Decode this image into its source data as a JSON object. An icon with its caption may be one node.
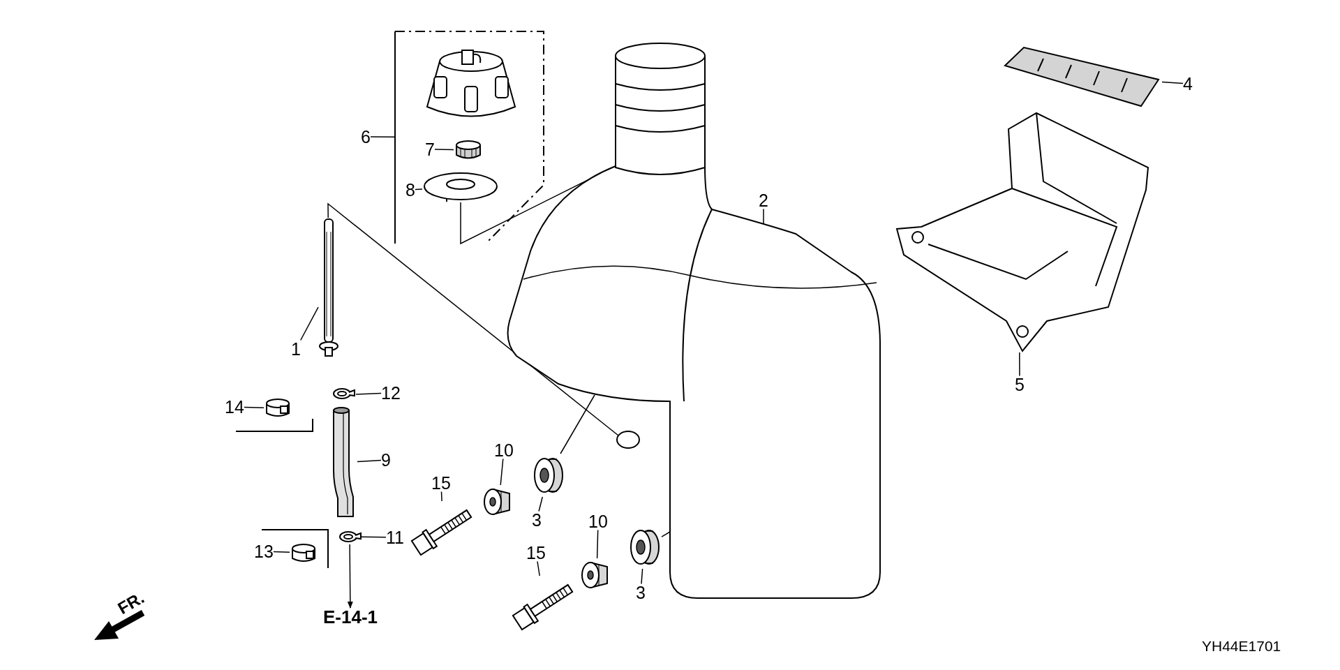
{
  "diagram": {
    "nodes": [
      {
        "text": [
          "6"
        ]
      },
      {
        "text": [],
        "shape": "box"
      },
      {
        "text": [],
        "shape": "picture",
        "in": 1
      },
      {
        "text": [
          "7"
        ],
        "in": 1
      },
      {
        "text": [],
        "shape": "picture",
        "in": 1
      },
      {
        "text": [
          "8"
        ],
        "in": 1
      },
      {
        "text": [],
        "shape": "picture",
        "in": 1
      },
      {
        "text": [
          "2"
        ]
      },
      {
        "text": [],
        "shape": "picture"
      },
      {
        "text": [
          "4"
        ]
      },
      {
        "text": [],
        "shape": "picture"
      },
      {
        "text": [
          "5"
        ]
      },
      {
        "text": [],
        "shape": "picture"
      },
      {
        "text": [
          "1"
        ]
      },
      {
        "text": [],
        "shape": "picture"
      },
      {
        "text": [
          "12"
        ]
      },
      {
        "text": [],
        "shape": "picture"
      },
      {
        "text": [
          "14"
        ]
      },
      {
        "text": [],
        "shape": "picture"
      },
      {
        "text": [
          "9"
        ]
      },
      {
        "text": [],
        "shape": "picture"
      },
      {
        "text": [
          "11"
        ]
      },
      {
        "text": [],
        "shape": "picture"
      },
      {
        "text": [
          "13"
        ]
      },
      {
        "text": [],
        "shape": "picture"
      },
      {
        "text": [
          "10"
        ]
      },
      {
        "text": [],
        "shape": "picture"
      },
      {
        "text": [
          "3"
        ]
      },
      {
        "text": [],
        "shape": "picture"
      },
      {
        "text": [
          "15"
        ]
      },
      {
        "text": [],
        "shape": "picture"
      },
      {
        "text": [
          "10"
        ]
      },
      {
        "text": [],
        "shape": "picture"
      },
      {
        "text": [
          "3"
        ]
      },
      {
        "text": [],
        "shape": "picture"
      },
      {
        "text": [
          "15"
        ]
      },
      {
        "text": [],
        "shape": "picture"
      },
      {
        "text": [
          "E-14-1"
        ]
      }
    ],
    "edges": [
      {
        "from": 0,
        "to": 1,
        "arrow": "none"
      },
      {
        "from": 3,
        "to": 4,
        "arrow": "none"
      },
      {
        "from": 5,
        "to": 6,
        "arrow": "none"
      },
      {
        "from": 7,
        "to": 8,
        "arrow": "none"
      },
      {
        "from": 9,
        "to": 10,
        "arrow": "none"
      },
      {
        "from": 11,
        "to": 12,
        "arrow": "none"
      },
      {
        "from": 13,
        "to": 14,
        "arrow": "none"
      },
      {
        "from": 15,
        "to": 16,
        "arrow": "none"
      },
      {
        "from": 17,
        "to": 18,
        "arrow": "none"
      },
      {
        "from": 19,
        "to": 20,
        "arrow": "none"
      },
      {
        "from": 21,
        "to": 22,
        "arrow": "none"
      },
      {
        "from": 23,
        "to": 24,
        "arrow": "none"
      },
      {
        "from": 25,
        "to": 26,
        "arrow": "none"
      },
      {
        "from": 27,
        "to": 28,
        "arrow": "none"
      },
      {
        "from": 29,
        "to": 30,
        "arrow": "none"
      },
      {
        "from": 31,
        "to": 32,
        "arrow": "none"
      },
      {
        "from": 33,
        "to": 34,
        "arrow": "none"
      },
      {
        "from": 35,
        "to": 36,
        "arrow": "none"
      },
      {
        "from": 22,
        "to": 37,
        "arrow": "to"
      },
      {
        "from": 6,
        "to": 8,
        "arrow": "none"
      },
      {
        "from": 14,
        "to": 8,
        "arrow": "none"
      },
      {
        "from": 28,
        "to": 8,
        "arrow": "none"
      },
      {
        "from": 34,
        "to": 8,
        "arrow": "none"
      }
    ],
    "labels": [
      "FR.",
      "YH44E1701"
    ]
  }
}
